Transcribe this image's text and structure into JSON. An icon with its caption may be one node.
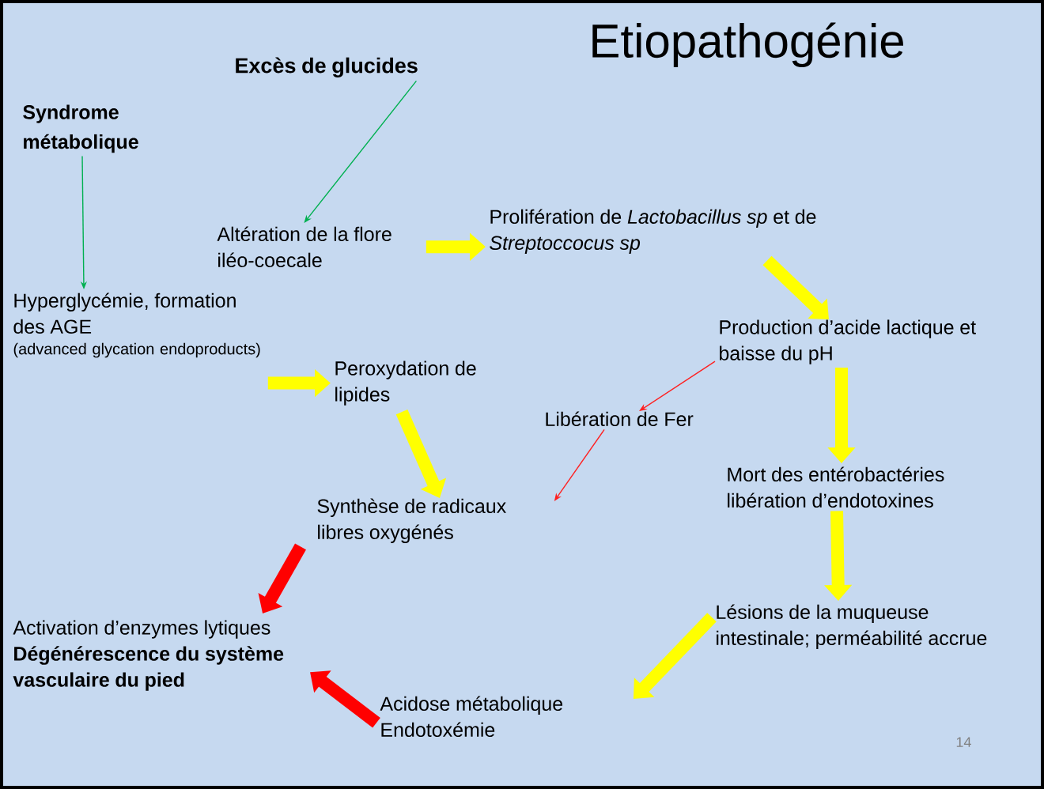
{
  "diagram": {
    "title": "Etiopathogénie",
    "nodes": [
      {
        "text": [
          "Excès de glucides"
        ]
      },
      {
        "text": [
          "Syndrome métabolique"
        ]
      },
      {
        "text": [
          "Altération de la flore iléo-coecale"
        ]
      },
      {
        "text": [
          "Prolifération de *Lactobacillus sp* et de *Streptoccocus sp*"
        ]
      },
      {
        "text": [
          "Hyperglycémie, formation des AGE",
          "(advanced glycation endoproducts)"
        ]
      },
      {
        "text": [
          "Peroxydation de lipides"
        ]
      },
      {
        "text": [
          "Production d’acide lactique et baisse du pH"
        ]
      },
      {
        "text": [
          "Libération de Fer"
        ]
      },
      {
        "text": [
          "Mort des entérobactéries libération d’endotoxines"
        ]
      },
      {
        "text": [
          "Synthèse de radicaux libres oxygénés"
        ]
      },
      {
        "text": [
          "Lésions de la muqueuse intestinale; perméabilité accrue"
        ]
      },
      {
        "text": [
          "Activation d’enzymes lytiques",
          "Dégénérescence du système vasculaire du pied"
        ]
      },
      {
        "text": [
          "Acidose métabolique Endotoxémie"
        ]
      }
    ],
    "edges": [
      {
        "from": 0,
        "to": 2,
        "arrow": "to",
        "color": "#00b050"
      },
      {
        "from": 1,
        "to": 4,
        "arrow": "to",
        "color": "#00b050"
      },
      {
        "from": 2,
        "to": 3,
        "arrow": "to"
      },
      {
        "from": 3,
        "to": 6,
        "arrow": "to"
      },
      {
        "from": 4,
        "to": 5,
        "arrow": "to"
      },
      {
        "from": 5,
        "to": 9,
        "arrow": "to"
      },
      {
        "from": 6,
        "to": 7,
        "arrow": "to",
        "color": "#ff2020"
      },
      {
        "from": 7,
        "to": 9,
        "arrow": "to",
        "color": "#ff2020"
      },
      {
        "from": 6,
        "to": 8,
        "arrow": "to"
      },
      {
        "from": 8,
        "to": 10,
        "arrow": "to"
      },
      {
        "from": 10,
        "to": 12,
        "arrow": "to"
      },
      {
        "from": 9,
        "to": 11,
        "arrow": "to",
        "color": "#ff0000"
      },
      {
        "from": 12,
        "to": 11,
        "arrow": "to",
        "color": "#ff0000"
      }
    ],
    "labels": [
      "14"
    ]
  }
}
